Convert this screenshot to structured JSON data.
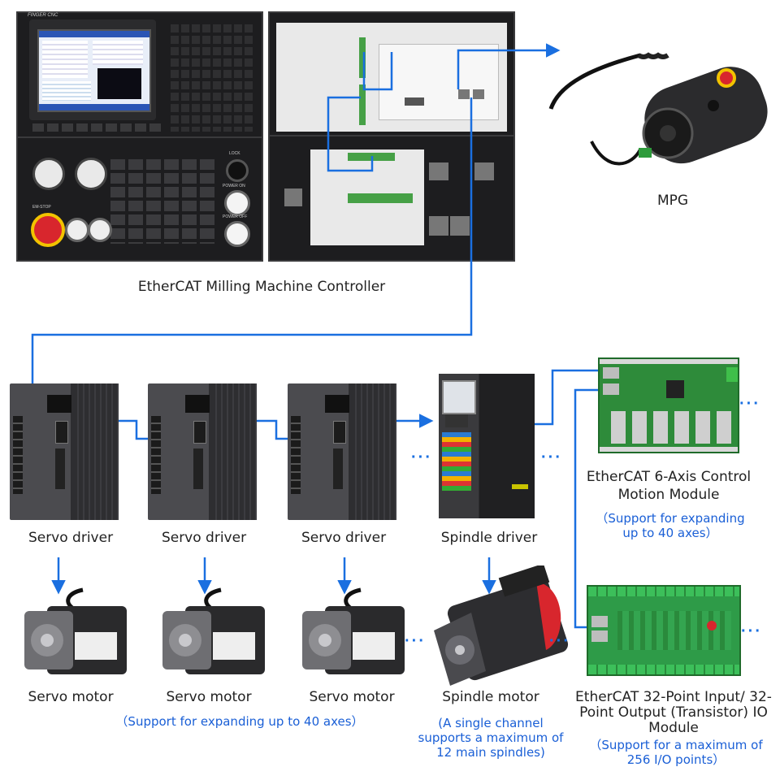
{
  "controller": {
    "brand": "FINGER CNC",
    "label": "EtherCAT Milling Machine Controller",
    "em_stop": "EM-STOP",
    "lock": "LOCK",
    "power_on": "POWER ON",
    "power_off": "POWER OFF"
  },
  "mpg": {
    "label": "MPG"
  },
  "drivers": [
    {
      "label": "Servo driver"
    },
    {
      "label": "Servo driver"
    },
    {
      "label": "Servo driver"
    },
    {
      "label": "Spindle driver"
    }
  ],
  "motors": [
    {
      "label": "Servo motor"
    },
    {
      "label": "Servo motor"
    },
    {
      "label": "Servo motor"
    },
    {
      "label": "Spindle motor"
    }
  ],
  "servo_note": "（Support for expanding up to 40 axes）",
  "spindle_note": "(A single channel supports a maximum of 12 main spindles)",
  "motion_module": {
    "label": "EtherCAT 6-Axis Control Motion Module",
    "note": "（Support for expanding up to 40 axes）"
  },
  "io_module": {
    "label": "EtherCAT 32-Point Input/ 32-Point Output (Transistor) IO Module",
    "note": "（Support for a maximum of 256 I/O points）"
  },
  "ellipsis": "···",
  "colors": {
    "link": "#1a6fe0",
    "note": "#1a5fd6",
    "panel": "#1d1d1f",
    "board": "#2e8b3a"
  }
}
